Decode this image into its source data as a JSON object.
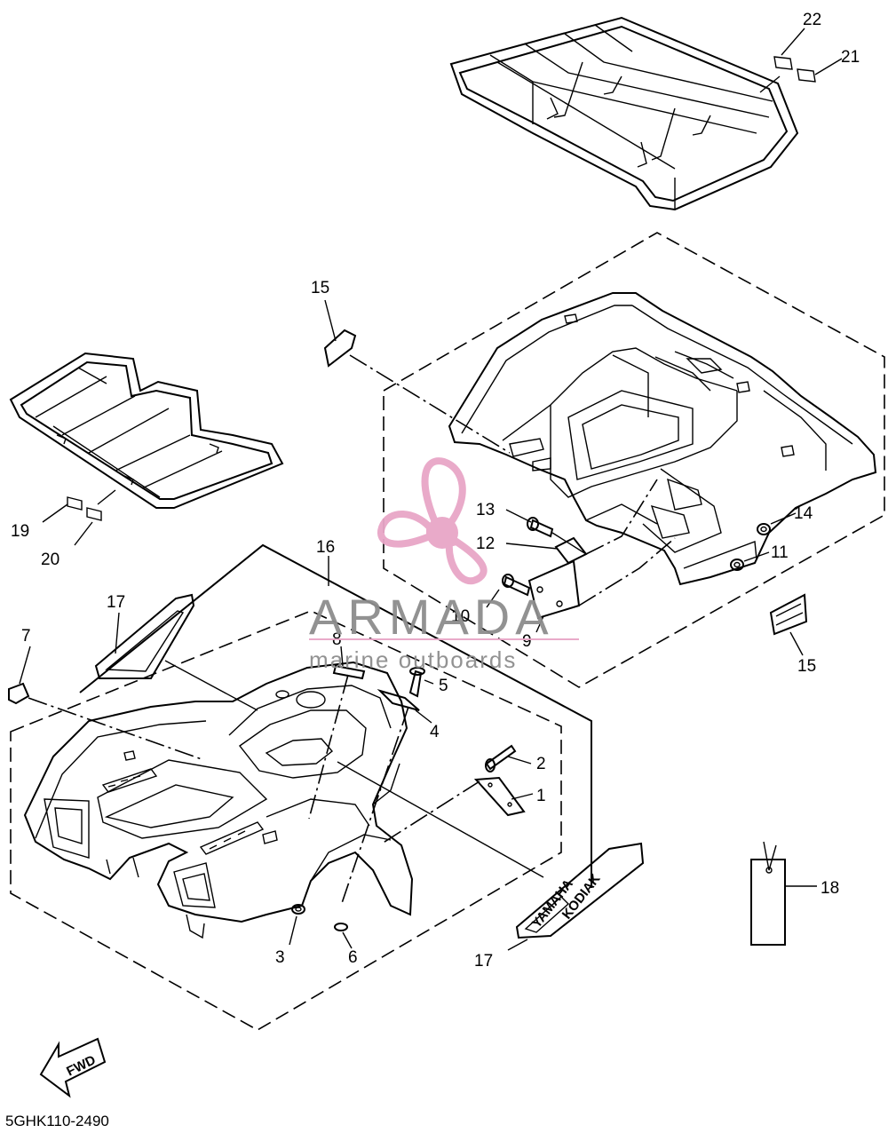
{
  "diagram_code": "5GHK110-2490",
  "fwd_label": "FWD",
  "watermark": {
    "brand": "ARMADA",
    "tagline": "marine outboards",
    "color": "#e8a6c7"
  },
  "decals": {
    "yamaha": "YAMAHA",
    "kodiak": "KODIAK"
  },
  "callouts": {
    "c1": "1",
    "c2": "2",
    "c3": "3",
    "c4": "4",
    "c5": "5",
    "c6": "6",
    "c7": "7",
    "c8": "8",
    "c9": "9",
    "c10": "10",
    "c11": "11",
    "c12": "12",
    "c13": "13",
    "c14": "14",
    "c15a": "15",
    "c15b": "15",
    "c16": "16",
    "c17a": "17",
    "c17b": "17",
    "c18": "18",
    "c19": "19",
    "c20": "20",
    "c21": "21",
    "c22": "22"
  }
}
